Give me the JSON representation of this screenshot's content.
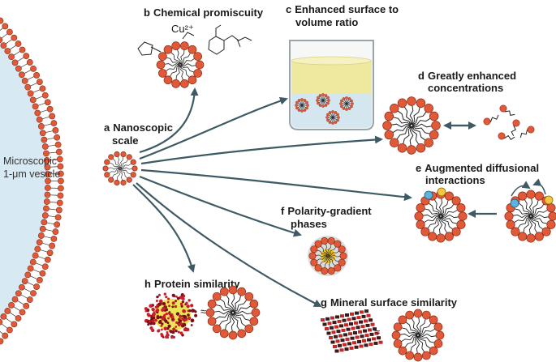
{
  "side_label": {
    "line1": "Microscopic",
    "line2": "1-μm vesicle"
  },
  "panels": {
    "a": {
      "letter": "a",
      "line1": "Nanoscopic",
      "line2": "scale"
    },
    "b": {
      "letter": "b",
      "line1": "Chemical promiscuity",
      "ion": "Cu²⁺"
    },
    "c": {
      "letter": "c",
      "line1": "Enhanced surface to",
      "line2": "volume ratio"
    },
    "d": {
      "letter": "d",
      "line1": "Greatly enhanced",
      "line2": "concentrations"
    },
    "e": {
      "letter": "e",
      "line1": "Augmented diffusional",
      "line2": "interactions"
    },
    "f": {
      "letter": "f",
      "line1": "Polarity-gradient",
      "line2": "phases"
    },
    "g": {
      "letter": "g",
      "line1": "Mineral surface similarity",
      "approx": "≈"
    },
    "h": {
      "letter": "h",
      "line1": "Protein similarity",
      "approx": "≈"
    }
  },
  "colors": {
    "head_fill": "#e05a3a",
    "head_stroke": "#8a2a14",
    "vesicle_inside": "#d7e9f3",
    "arrow": "#3e5a64",
    "liquid_yellow": "#efe9a0",
    "liquid_blue": "#d4e6ef",
    "molecule_blue": "#5bb3e0",
    "molecule_yellow": "#f0c840",
    "protein_yellow": "#e8e03a",
    "protein_red": "#c8202a",
    "mineral_dark": "#3a1a1a",
    "mineral_red": "#c22a2a"
  }
}
